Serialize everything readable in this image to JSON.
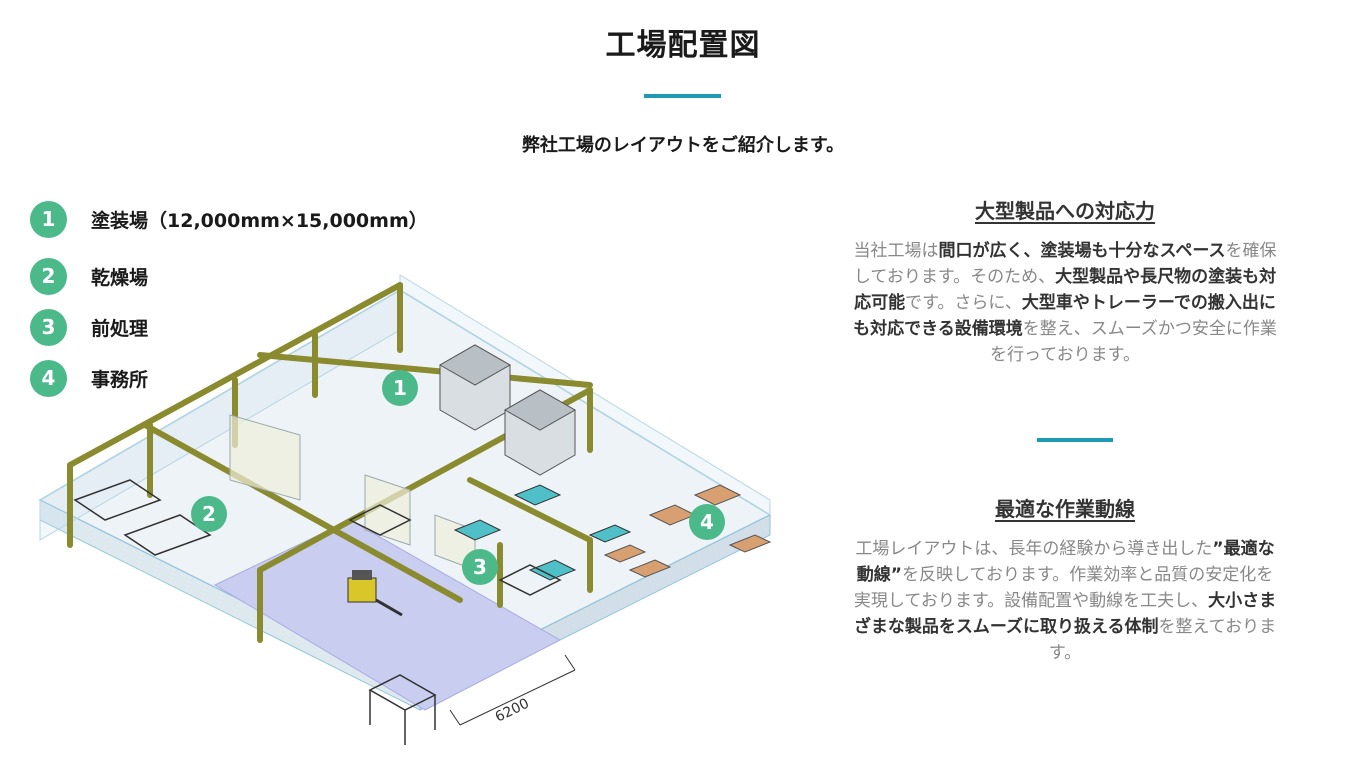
{
  "header": {
    "title": "工場配置図",
    "subtitle": "弊社工場のレイアウトをご紹介します。"
  },
  "legend": [
    {
      "num": "1",
      "label": "塗装場（12,000mm×15,000mm）"
    },
    {
      "num": "2",
      "label": "乾燥場"
    },
    {
      "num": "3",
      "label": "前処理"
    },
    {
      "num": "4",
      "label": "事務所"
    }
  ],
  "diagram": {
    "markers": [
      "1",
      "2",
      "3",
      "4"
    ],
    "dimension_label": "6200"
  },
  "sections": [
    {
      "title": "大型製品への対応力",
      "body": [
        {
          "t": "当社工場は",
          "b": false
        },
        {
          "t": "間口が広く、塗装場も十分なスペース",
          "b": true
        },
        {
          "t": "を確保しております。そのため、",
          "b": false
        },
        {
          "t": "大型製品や長尺物の塗装も対応可能",
          "b": true
        },
        {
          "t": "です。さらに、",
          "b": false
        },
        {
          "t": "大型車やトレーラーでの搬入出にも対応できる設備環境",
          "b": true
        },
        {
          "t": "を整え、スムーズかつ安全に作業を行っております。",
          "b": false
        }
      ]
    },
    {
      "title": "最適な作業動線",
      "body": [
        {
          "t": "工場レイアウトは、長年の経験から導き出した",
          "b": false
        },
        {
          "t": "”最適な動線”",
          "b": true
        },
        {
          "t": "を反映しております。作業効率と品質の安定化を実現しております。設備配置や動線を工夫し、",
          "b": false
        },
        {
          "t": "大小さまざまな製品をスムーズに取り扱える体制",
          "b": true
        },
        {
          "t": "を整えております。",
          "b": false
        }
      ]
    }
  ],
  "colors": {
    "accent": "#1e9bb3",
    "marker": "#4cb98a",
    "frame": "#8a8a2e",
    "floor_path": "#c9cdf0"
  }
}
